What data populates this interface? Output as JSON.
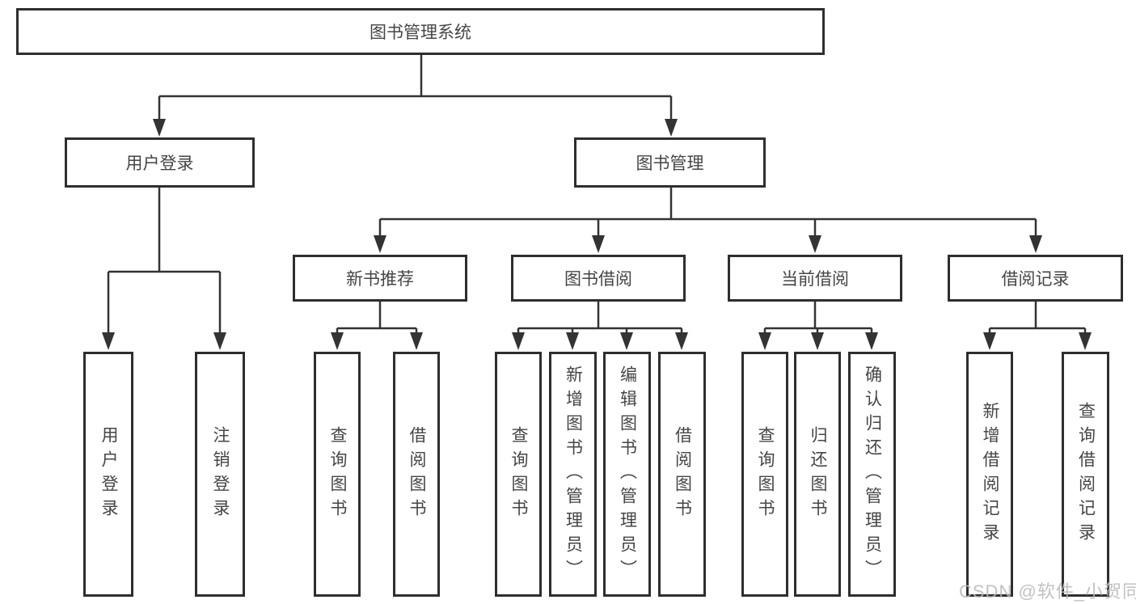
{
  "watermark": {
    "text": "CSDN @软件_小贺同学"
  },
  "colors": {
    "line": "#333333",
    "box_border": "#2e2e2e",
    "text": "#454545",
    "background": "#ffffff",
    "watermark": "#b9b9b9"
  },
  "tree": {
    "label": "图书管理系统",
    "children": [
      {
        "label": "用户登录",
        "children": [
          {
            "label": "用户登录"
          },
          {
            "label": "注销登录"
          }
        ]
      },
      {
        "label": "图书管理",
        "children": [
          {
            "label": "新书推荐",
            "children": [
              {
                "label": "查询图书"
              },
              {
                "label": "借阅图书"
              }
            ]
          },
          {
            "label": "图书借阅",
            "children": [
              {
                "label": "查询图书"
              },
              {
                "label": "新增图书（管理员）"
              },
              {
                "label": "编辑图书（管理员）"
              },
              {
                "label": "借阅图书"
              }
            ]
          },
          {
            "label": "当前借阅",
            "children": [
              {
                "label": "查询图书"
              },
              {
                "label": "归还图书"
              },
              {
                "label": "确认归还（管理员）"
              }
            ]
          },
          {
            "label": "借阅记录",
            "children": [
              {
                "label": "新增借阅记录"
              },
              {
                "label": "查询借阅记录"
              }
            ]
          }
        ]
      }
    ]
  }
}
